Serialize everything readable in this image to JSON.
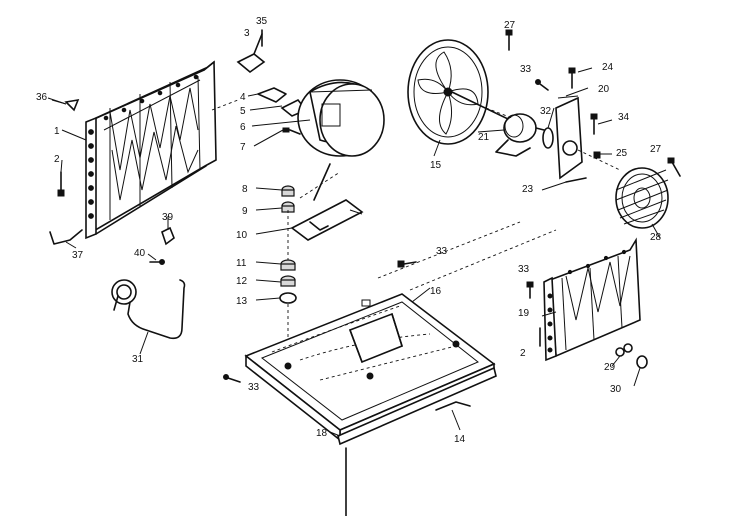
{
  "labels": [
    {
      "id": "coil-label-1",
      "text": "1"
    },
    {
      "id": "screw-label-2a",
      "text": "2"
    },
    {
      "id": "air-deflector-label-3",
      "text": "3"
    },
    {
      "id": "compressor-clamp-label-4",
      "text": "4"
    },
    {
      "id": "overload-cover-label-5",
      "text": "5"
    },
    {
      "id": "compressor-label-6",
      "text": "6"
    },
    {
      "id": "terminal-label-7",
      "text": "7"
    },
    {
      "id": "grommet-label-8",
      "text": "8"
    },
    {
      "id": "grommet-label-9",
      "text": "9"
    },
    {
      "id": "bracket-label-10",
      "text": "10"
    },
    {
      "id": "mount-label-11",
      "text": "11"
    },
    {
      "id": "mount-label-12",
      "text": "12"
    },
    {
      "id": "mount-label-13",
      "text": "13"
    },
    {
      "id": "channel-label-14",
      "text": "14"
    },
    {
      "id": "fan-blade-label-15",
      "text": "15"
    },
    {
      "id": "base-pan-label-16",
      "text": "16"
    },
    {
      "id": "rail-label-18",
      "text": "18"
    },
    {
      "id": "evaporator-label-19",
      "text": "19"
    },
    {
      "id": "motor-bracket-label-20",
      "text": "20"
    },
    {
      "id": "motor-label-21",
      "text": "21"
    },
    {
      "id": "bracket-label-23",
      "text": "23"
    },
    {
      "id": "screw-label-24",
      "text": "24"
    },
    {
      "id": "nut-label-25",
      "text": "25"
    },
    {
      "id": "screw-label-27a",
      "text": "27"
    },
    {
      "id": "screw-label-27b",
      "text": "27"
    },
    {
      "id": "blower-wheel-label-28",
      "text": "28"
    },
    {
      "id": "fitting-label-29",
      "text": "29"
    },
    {
      "id": "cap-label-30",
      "text": "30"
    },
    {
      "id": "tubing-label-31",
      "text": "31"
    },
    {
      "id": "shroud-label-32",
      "text": "32"
    },
    {
      "id": "screw-label-33a",
      "text": "33"
    },
    {
      "id": "screw-label-33b",
      "text": "33"
    },
    {
      "id": "screw-label-33c",
      "text": "33"
    },
    {
      "id": "screw-label-33d",
      "text": "33"
    },
    {
      "id": "screw-label-34",
      "text": "34"
    },
    {
      "id": "screw-label-35",
      "text": "35"
    },
    {
      "id": "bracket-label-36",
      "text": "36"
    },
    {
      "id": "bracket-label-37",
      "text": "37"
    },
    {
      "id": "clip-label-39",
      "text": "39"
    },
    {
      "id": "screw-label-40",
      "text": "40"
    },
    {
      "id": "screw-label-2b",
      "text": "2"
    }
  ]
}
